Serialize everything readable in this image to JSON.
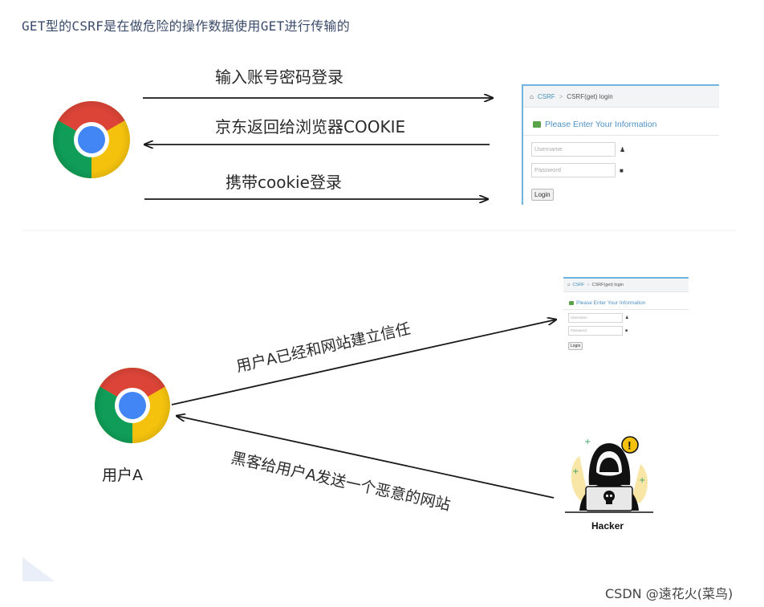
{
  "caption": "GET型的CSRF是在做危险的操作数据使用GET进行传输的",
  "top_flow": {
    "arrow1_label": "输入账号密码登录",
    "arrow2_label": "京东返回给浏览器COOKIE",
    "arrow3_label": "携带cookie登录"
  },
  "bottom_flow": {
    "trust_label": "用户A已经和网站建立信任",
    "attack_label": "黑客给用户A发送一个恶意的网站",
    "user_label": "用户A",
    "hacker_label": "Hacker"
  },
  "login_panel": {
    "crumb_home_icon": "home-icon",
    "crumb_link": "CSRF",
    "crumb_sep": ">",
    "crumb_page": "CSRF(get) login",
    "crumb_page_small": "CSRF(get) login",
    "heading": "Please Enter Your Information",
    "username_placeholder": "Username",
    "password_placeholder": "Password",
    "login_button": "Login",
    "user_icon": "user-icon",
    "lock_icon": "lock-icon"
  },
  "watermark": "CSDN @遠花火(菜鸟)",
  "colors": {
    "arrow": "#1a1a1a",
    "accent_blue": "#4d91c6",
    "chrome_red": "#db4437",
    "chrome_yellow": "#f4c20d",
    "chrome_green": "#0f9d58",
    "chrome_blue": "#4285f4"
  }
}
